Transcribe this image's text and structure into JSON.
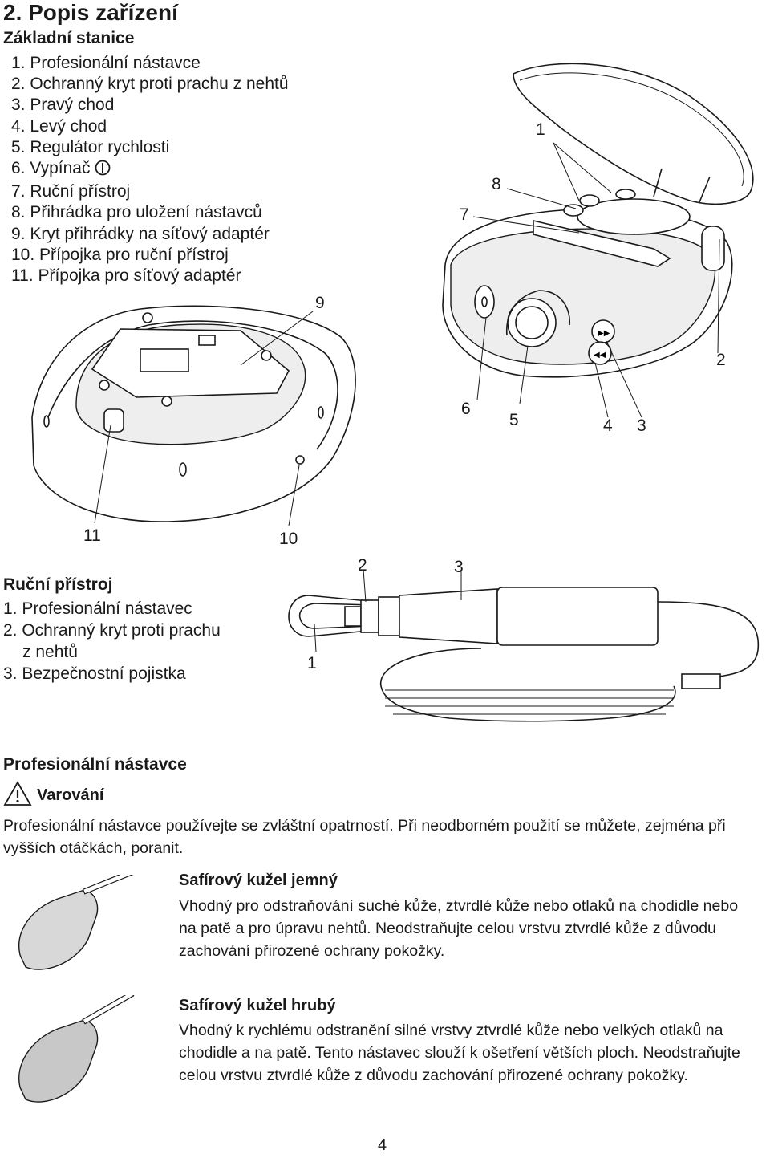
{
  "section_title": "2. Popis zařízení",
  "base_station": {
    "heading": "Základní stanice",
    "items": [
      "1. Profesionální nástavce",
      "2. Ochranný kryt proti prachu z nehtů",
      "3. Pravý chod",
      "4. Levý chod",
      "5. Regulátor rychlosti",
      "6. Vypínač",
      "7. Ruční přístroj",
      "8. Přihrádka pro uložení nástavců",
      "9. Kryt přihrádky na síťový adaptér",
      "10. Přípojka pro ruční přístroj",
      "11. Přípojka pro síťový adaptér"
    ],
    "callouts": [
      "1",
      "8",
      "7",
      "9",
      "2",
      "6",
      "5",
      "4",
      "3",
      "11",
      "10"
    ]
  },
  "handpiece": {
    "heading": "Ruční přístroj",
    "items": [
      "1. Profesionální nástavec",
      "2. Ochranný kryt proti prachu",
      "z nehtů",
      "3. Bezpečnostní pojistka"
    ],
    "callouts": [
      "2",
      "3",
      "1"
    ]
  },
  "attachments": {
    "heading": "Profesionální nástavce",
    "warning_label": "Varování",
    "warning_text": "Profesionální nástavce používejte se zvláštní opatrností. Při neodborném použití se můžete, zejména při vyšších otáčkách, poranit.",
    "items": [
      {
        "title": "Safírový kužel jemný",
        "text": "Vhodný pro odstraňování suché kůže, ztvrdlé kůže nebo otlaků na chodidle nebo na patě a pro úpravu nehtů. Neodstraňujte celou vrstvu ztvrdlé kůže z důvodu zachování přirozené ochrany pokožky."
      },
      {
        "title": "Safírový kužel hrubý",
        "text": "Vhodný k rychlému odstranění silné vrstvy ztvrdlé kůže nebo velkých otlaků na chodidle a na patě. Tento nástavec slouží k ošetření větších ploch. Neodstraňujte celou vrstvu ztvrdlé kůže z důvodu zachování přirozené ochrany pokožky."
      }
    ]
  },
  "page_number": "4",
  "icons": [
    "power-icon",
    "warning-triangle-icon"
  ]
}
